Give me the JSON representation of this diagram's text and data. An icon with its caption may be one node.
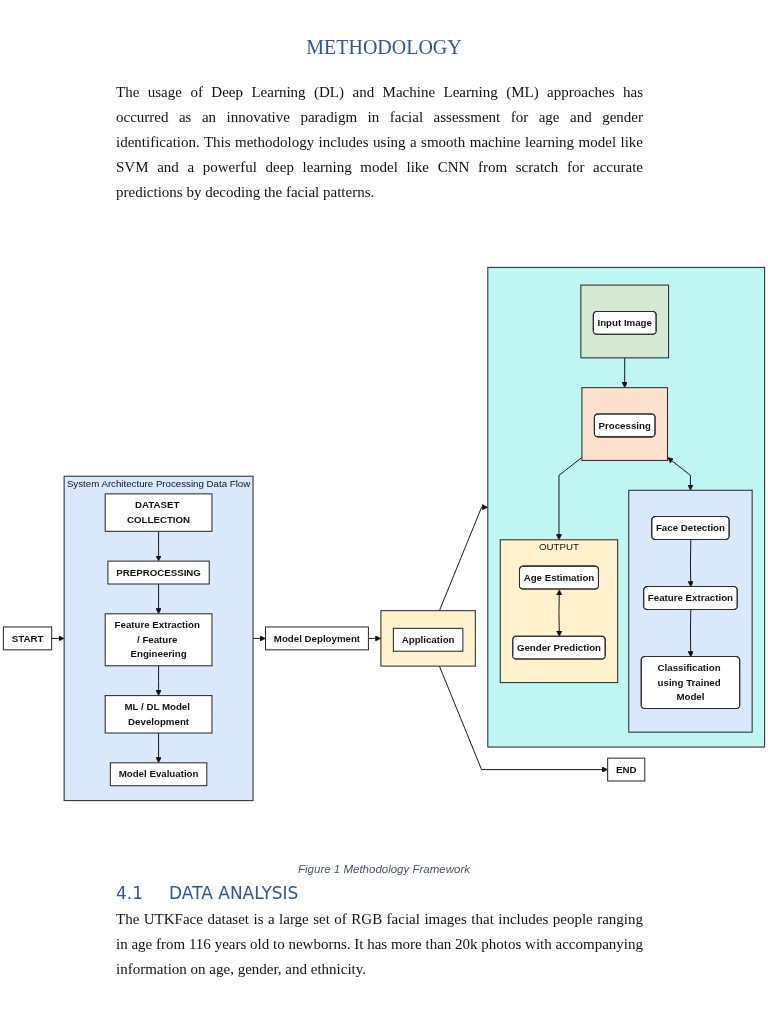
{
  "diagram": {
    "title": "METHODOLOGY",
    "caption": "Figure 1 Methodology Framework",
    "nodes": [
      {
        "text": [
          "START"
        ]
      },
      {
        "text": [
          "System Architecture Processing Data Flow"
        ]
      },
      {
        "text": [
          "DATASET COLLECTION"
        ],
        "in": 1
      },
      {
        "text": [
          "PREPROCESSING"
        ],
        "in": 1
      },
      {
        "text": [
          "Feature Extraction / Feature Engineering"
        ],
        "in": 1
      },
      {
        "text": [
          "ML / DL Model Development"
        ],
        "in": 1
      },
      {
        "text": [
          "Model Evaluation"
        ],
        "in": 1
      },
      {
        "text": [
          "Model Deployment"
        ]
      },
      {
        "text": [],
        "shape": "box"
      },
      {
        "text": [
          "Application"
        ],
        "in": 8
      },
      {
        "text": [
          "END"
        ]
      },
      {
        "text": [],
        "shape": "box"
      },
      {
        "text": [],
        "shape": "box",
        "in": 11
      },
      {
        "text": [
          "Input Image"
        ],
        "in": 12
      },
      {
        "text": [],
        "shape": "box",
        "in": 11
      },
      {
        "text": [
          "Processing"
        ],
        "in": 14
      },
      {
        "text": [],
        "shape": "box",
        "in": 11
      },
      {
        "text": [
          "Face Detection"
        ],
        "in": 16
      },
      {
        "text": [
          "Feature Extraction"
        ],
        "in": 16
      },
      {
        "text": [
          "Classification using Trained Model"
        ],
        "in": 16
      },
      {
        "text": [
          "OUTPUT"
        ],
        "in": 11
      },
      {
        "text": [
          "Age Estimation"
        ],
        "in": 20
      },
      {
        "text": [
          "Gender Prediction"
        ],
        "in": 20
      }
    ],
    "edges": [
      {
        "from": 0,
        "to": 1,
        "arrow": "to"
      },
      {
        "from": 2,
        "to": 3,
        "arrow": "to"
      },
      {
        "from": 3,
        "to": 4,
        "arrow": "to"
      },
      {
        "from": 4,
        "to": 5,
        "arrow": "to"
      },
      {
        "from": 5,
        "to": 6,
        "arrow": "to"
      },
      {
        "from": 1,
        "to": 7,
        "arrow": "to"
      },
      {
        "from": 7,
        "to": 8,
        "arrow": "to"
      },
      {
        "from": 8,
        "to": 11,
        "arrow": "to"
      },
      {
        "from": 8,
        "to": 10,
        "arrow": "to"
      },
      {
        "from": 12,
        "to": 14,
        "arrow": "to"
      },
      {
        "from": 14,
        "to": 16,
        "arrow": "both"
      },
      {
        "from": 17,
        "to": 18,
        "arrow": "to"
      },
      {
        "from": 18,
        "to": 19,
        "arrow": "to"
      },
      {
        "from": 14,
        "to": 20,
        "arrow": "to"
      },
      {
        "from": 21,
        "to": 22,
        "arrow": "both"
      }
    ],
    "labels": [
      "The usage of Deep Learning (DL) and Machine Learning (ML) approaches has occurred as an innovative paradigm in facial assessment for age and gender identification. This methodology includes using a smooth machine learning model like SVM and a powerful deep learning model like CNN from scratch for accurate predictions by decoding the facial patterns.",
      "4.1",
      "DATA ANALYSIS",
      "The UTKFace dataset is a large set of RGB facial images that includes people ranging in age from 116 years old to newborns. It has more than 20k photos with accompanying information on age, gender, and ethnicity."
    ]
  }
}
